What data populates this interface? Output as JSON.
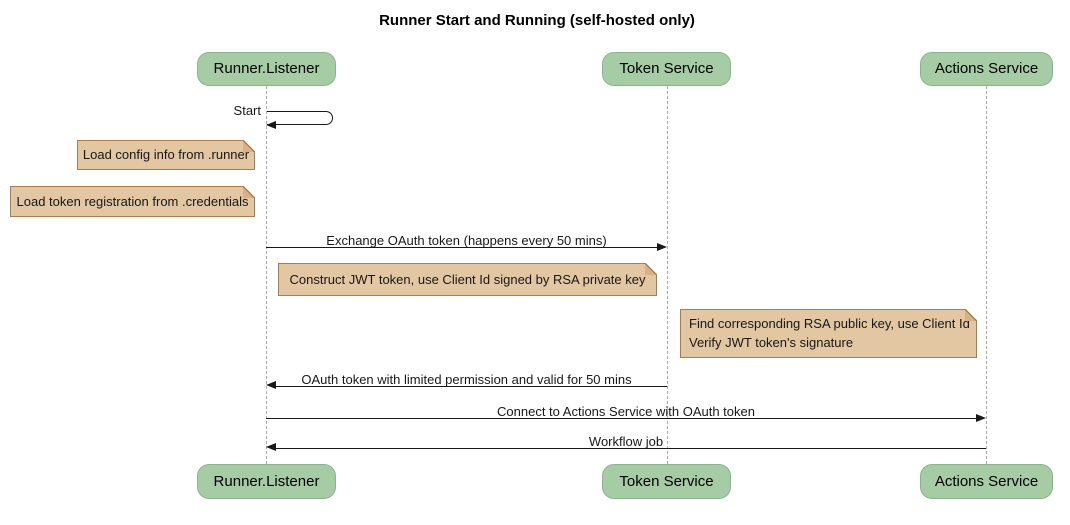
{
  "title": "Runner Start and Running (self-hosted only)",
  "participants": [
    {
      "label": "Runner.Listener"
    },
    {
      "label": "Token Service"
    },
    {
      "label": "Actions Service"
    }
  ],
  "messages": [
    {
      "label": "Start",
      "type": "self",
      "from": "Runner.Listener",
      "to": "Runner.Listener"
    },
    {
      "label": "Exchange OAuth token (happens every 50 mins)",
      "from": "Runner.Listener",
      "to": "Token Service"
    },
    {
      "label": "OAuth token with limited permission and valid for 50 mins",
      "from": "Token Service",
      "to": "Runner.Listener"
    },
    {
      "label": "Connect to Actions Service with OAuth token",
      "from": "Runner.Listener",
      "to": "Actions Service"
    },
    {
      "label": "Workflow job",
      "from": "Actions Service",
      "to": "Runner.Listener"
    }
  ],
  "notes": [
    {
      "text": "Load config info from .runner"
    },
    {
      "text": "Load token registration from .credentials"
    },
    {
      "text": "Construct JWT token, use Client Id signed by RSA private key"
    },
    {
      "lines": [
        "Find corresponding RSA public key, use Client Id",
        "Verify JWT token's signature"
      ]
    }
  ],
  "colors": {
    "participant_fill": "#a6cca6",
    "participant_border": "#8cb48c",
    "note_fill": "#e3c6a2",
    "note_border": "#a87e50",
    "lifeline": "#aaaaaa",
    "arrow": "#181818"
  }
}
